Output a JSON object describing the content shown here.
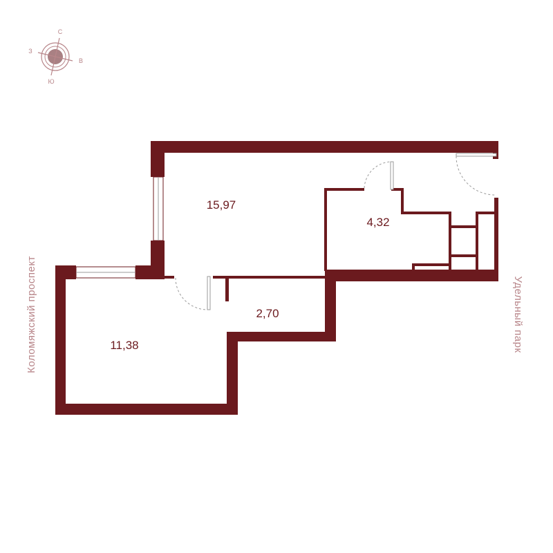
{
  "colors": {
    "wall": "#6b1a1e",
    "accent": "#b8868a",
    "compass_fill": "#a98083",
    "window": "#ffffff",
    "door": "#9a9a9a"
  },
  "compass": {
    "north": "С",
    "east": "В",
    "south": "Ю",
    "west": "З"
  },
  "rooms": [
    {
      "id": "room-main",
      "area": "15,97"
    },
    {
      "id": "room-bathroom",
      "area": "4,32"
    },
    {
      "id": "room-hall",
      "area": "2,70"
    },
    {
      "id": "room-second",
      "area": "11,38"
    }
  ],
  "streets": {
    "left": "Коломяжский проспект",
    "right": "Удельный парк"
  }
}
